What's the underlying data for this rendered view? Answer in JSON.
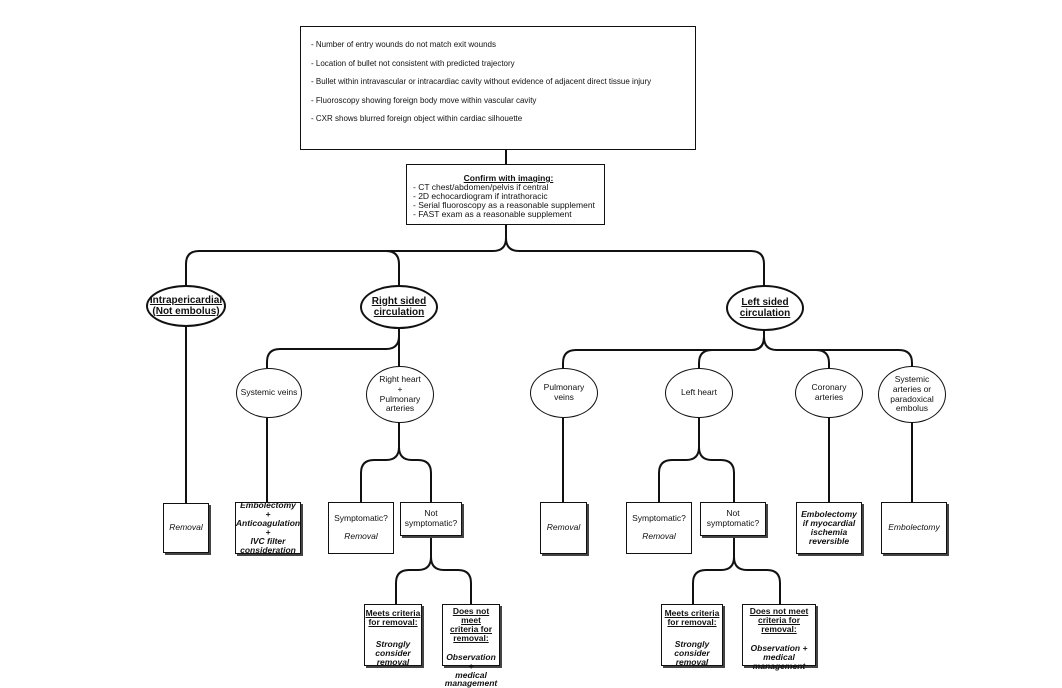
{
  "criteria": [
    "- Number of entry wounds do not match exit wounds",
    "- Location of bullet not consistent with predicted trajectory",
    "- Bullet within intravascular or intracardiac cavity without evidence of adjacent direct tissue injury",
    " - Fluoroscopy showing foreign body move within vascular cavity",
    "- CXR shows blurred foreign object within cardiac silhouette"
  ],
  "imaging": {
    "title": "Confirm with imaging:",
    "items": [
      "- CT chest/abdomen/pelvis if central",
      "- 2D echocardiogram if intrathoracic",
      "- Serial fluoroscopy as a reasonable supplement",
      "- FAST exam as a reasonable supplement"
    ]
  },
  "categories": {
    "intrapericardial": [
      "Intrapericardial",
      "(Not embolus)"
    ],
    "right": [
      "Right sided",
      "circulation"
    ],
    "left": [
      "Left sided",
      "circulation"
    ]
  },
  "subsites": {
    "systemic_veins": [
      "Systemic veins"
    ],
    "right_heart": [
      "Right heart",
      "+",
      "Pulmonary",
      "arteries"
    ],
    "pulmonary_veins": [
      "Pulmonary",
      "veins"
    ],
    "left_heart": [
      "Left heart"
    ],
    "coronary": [
      "Coronary",
      "arteries"
    ],
    "systemic_arteries": [
      "Systemic",
      "arteries or",
      "paradoxical",
      "embolus"
    ]
  },
  "outcomes": {
    "removal": "Removal",
    "embolectomy_anticoag": [
      "Embolectomy",
      "+",
      "Anticoagulation",
      "+",
      "IVC filter",
      "consideration"
    ],
    "symptomatic_q": "Symptomatic?",
    "not_symptomatic": [
      "Not",
      "symptomatic?"
    ],
    "embolectomy_if": [
      "Embolectomy",
      "if myocardial",
      "ischemia",
      "reversible"
    ],
    "embolectomy": "Embolectomy",
    "meets_title": [
      "Meets criteria",
      "for removal:"
    ],
    "meets_body": [
      "Strongly",
      "consider",
      "removal"
    ],
    "notmeet_title": [
      "Does not meet",
      "criteria for",
      "removal:"
    ],
    "notmeet_body": [
      "Observation +",
      "medical",
      "management"
    ]
  }
}
